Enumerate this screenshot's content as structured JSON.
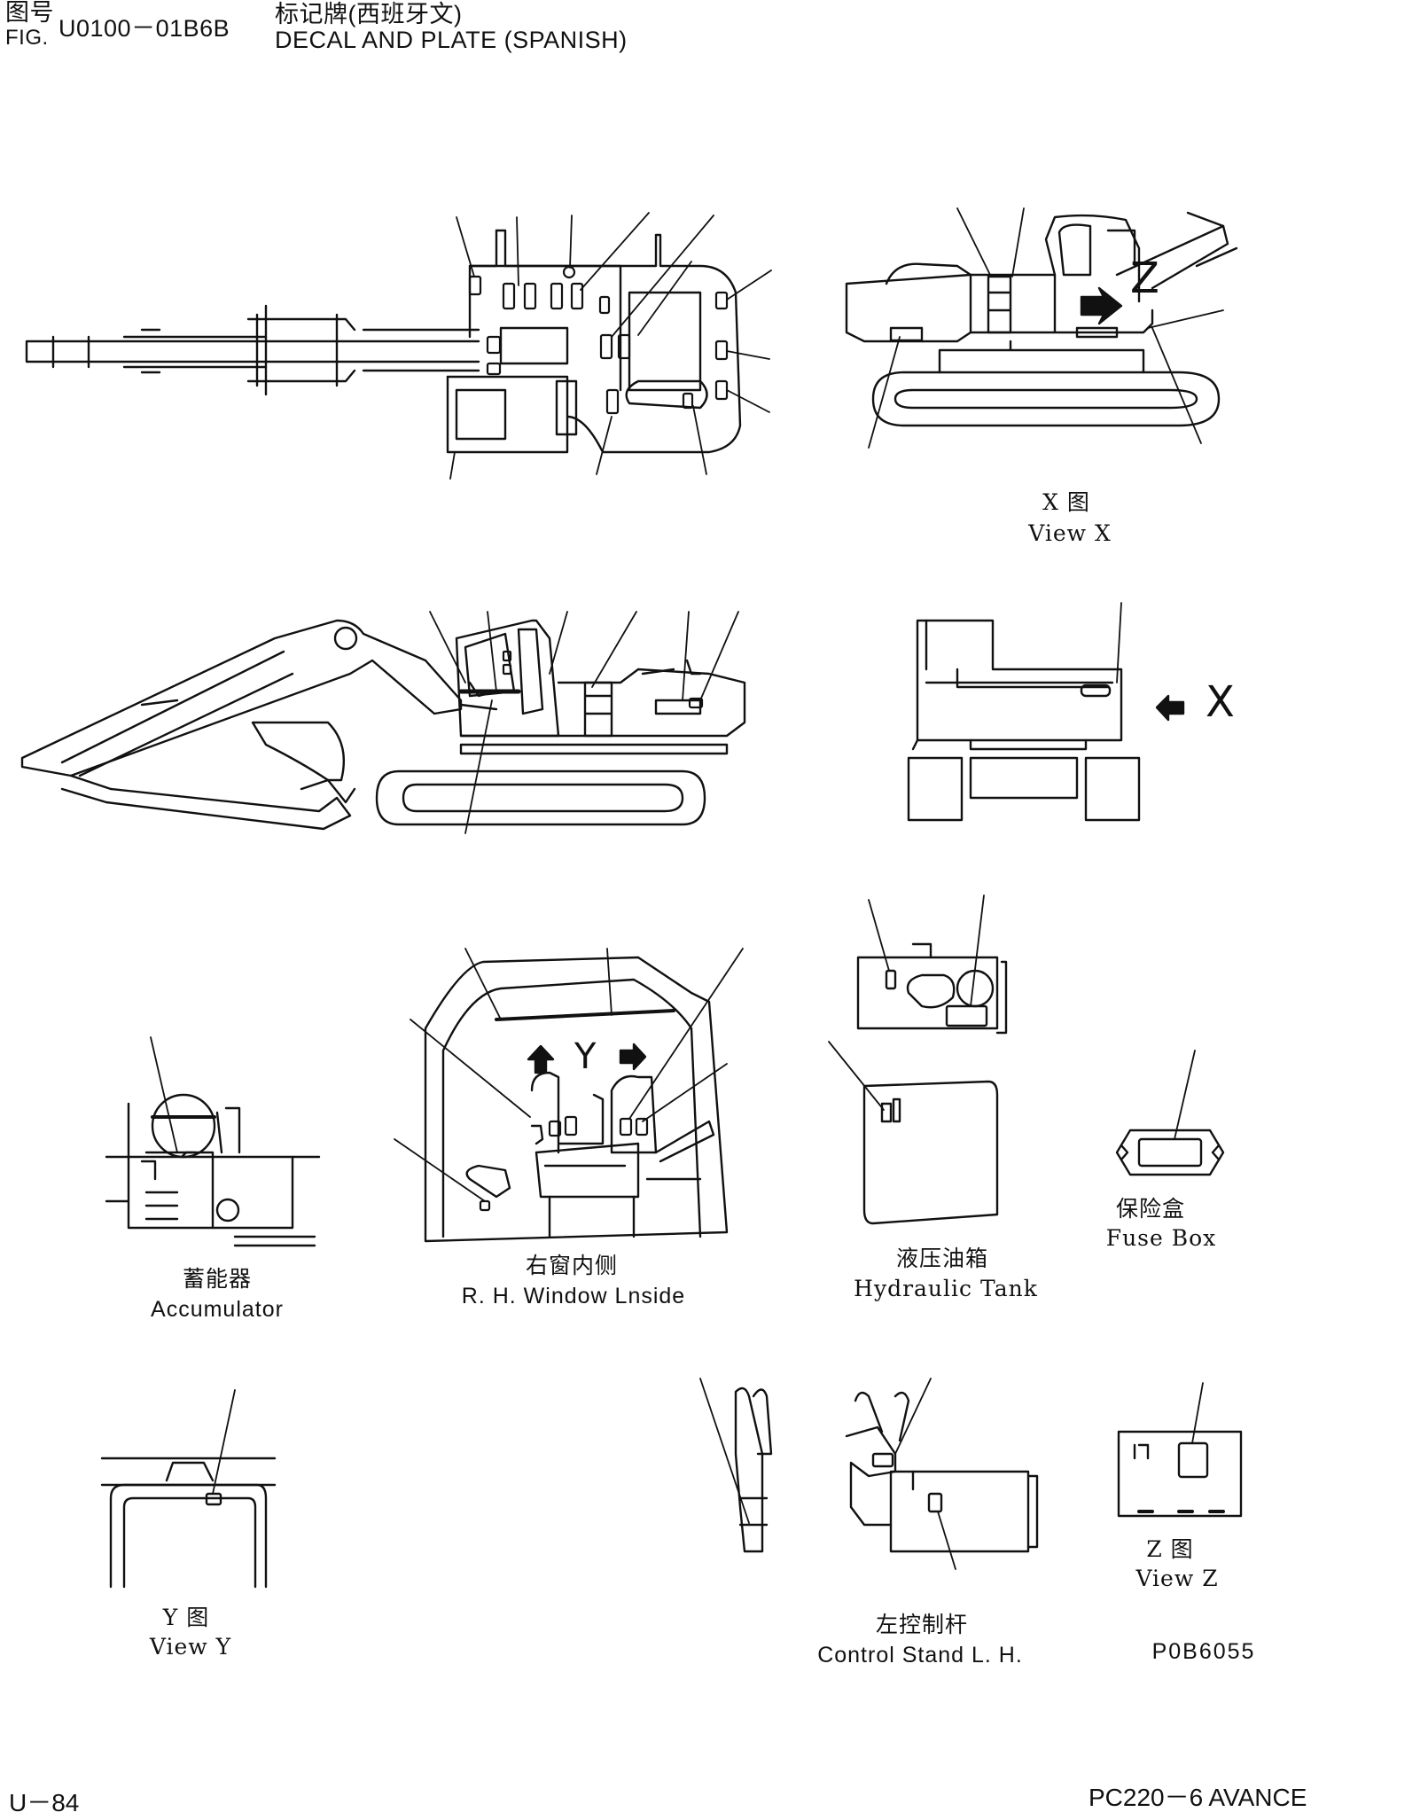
{
  "header": {
    "fig_cn": "图号",
    "fig_en": "FIG.",
    "fig_number": "U0100－01B6B",
    "title_cn": "标记牌(西班牙文)",
    "title_en": "DECAL AND PLATE (SPANISH)"
  },
  "captions": {
    "view_x_cn": "X 图",
    "view_x_en": "View X",
    "x_marker": "X",
    "z_marker": "Z",
    "y_marker": "Y",
    "accumulator_cn": "蓄能器",
    "accumulator_en": "Accumulator",
    "window_cn": "右窗内侧",
    "window_en": "R. H. Window Lnside",
    "tank_cn": "液压油箱",
    "tank_en": "Hydraulic Tank",
    "fuse_cn": "保险盒",
    "fuse_en": "Fuse Box",
    "view_y_cn": "Y 图",
    "view_y_en": "View Y",
    "control_cn": "左控制杆",
    "control_en": "Control Stand L. H.",
    "view_z_cn": "Z 图",
    "view_z_en": "View Z",
    "drawing_no": "P0B6055"
  },
  "footer": {
    "page": "U－84",
    "model": "PC220－6 AVANCE"
  }
}
